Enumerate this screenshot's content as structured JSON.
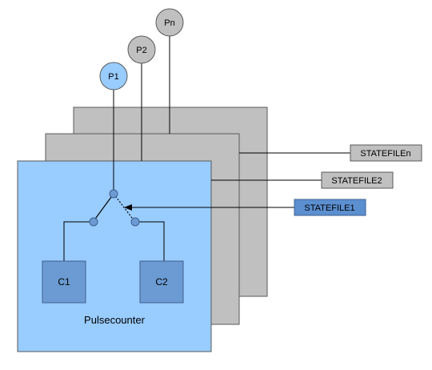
{
  "diagram": {
    "processes": [
      {
        "label": "P1",
        "color": "#99ccff"
      },
      {
        "label": "P2",
        "color": "#c0c0c0"
      },
      {
        "label": "Pn",
        "color": "#c0c0c0"
      }
    ],
    "state_files": [
      {
        "label": "STATEFILEn",
        "color": "#c0c0c0"
      },
      {
        "label": "STATEFILE2",
        "color": "#c0c0c0"
      },
      {
        "label": "STATEFILE1",
        "color": "#5b8fd0"
      }
    ],
    "counters": [
      {
        "label": "C1"
      },
      {
        "label": "C2"
      }
    ],
    "main_label": "Pulsecounter",
    "colors": {
      "front_panel": "#99ccff",
      "back_panels": "#c0c0c0",
      "counter_box": "#6b9bd2",
      "switch_node": "#6b9bd2",
      "line": "#000000",
      "border": "#5a5a5a"
    }
  }
}
